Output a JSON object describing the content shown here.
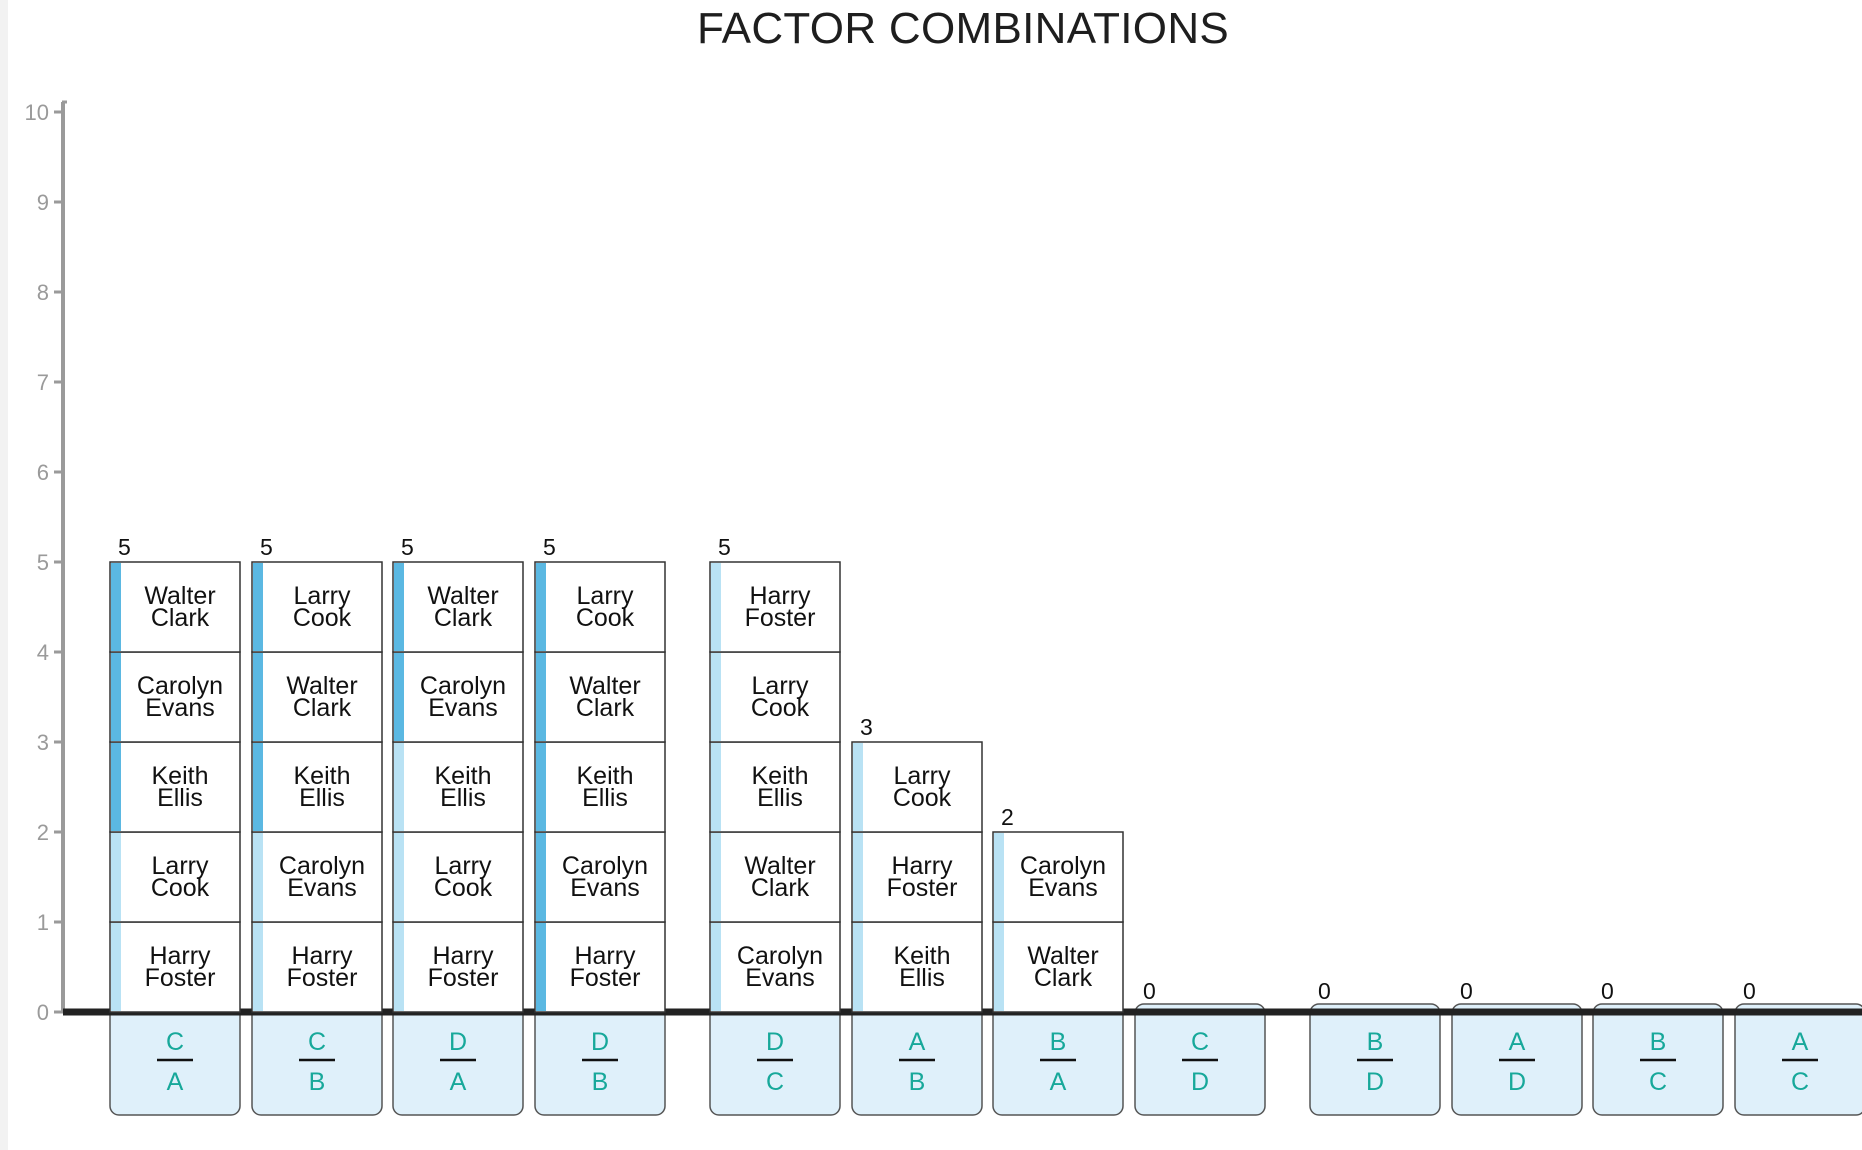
{
  "title": "FACTOR COMBINATIONS",
  "colors": {
    "axis": "#9a9a9a",
    "baseline": "#222222",
    "cell_border": "#333333",
    "strip_dark": "#5bb8e2",
    "strip_light": "#b9e2f4",
    "label_box_fill": "#dff0fa",
    "label_text": "#17a89a"
  },
  "chart_data": {
    "type": "bar",
    "title": "FACTOR COMBINATIONS",
    "xlabel": "",
    "ylabel": "",
    "ylim": [
      0,
      10
    ],
    "yticks": [
      0,
      1,
      2,
      3,
      4,
      5,
      6,
      7,
      8,
      9,
      10
    ],
    "grid": false,
    "categories": [
      {
        "top": "C",
        "bottom": "A",
        "value": 5,
        "strip": [
          0,
          0,
          1,
          1,
          1
        ],
        "members": [
          "Harry Foster",
          "Larry Cook",
          "Keith Ellis",
          "Carolyn Evans",
          "Walter Clark"
        ]
      },
      {
        "top": "C",
        "bottom": "B",
        "value": 5,
        "strip": [
          0,
          0,
          1,
          1,
          1
        ],
        "members": [
          "Harry Foster",
          "Carolyn Evans",
          "Keith Ellis",
          "Walter Clark",
          "Larry Cook"
        ]
      },
      {
        "top": "D",
        "bottom": "A",
        "value": 5,
        "strip": [
          0,
          0,
          0,
          1,
          1
        ],
        "members": [
          "Harry Foster",
          "Larry Cook",
          "Keith Ellis",
          "Carolyn Evans",
          "Walter Clark"
        ]
      },
      {
        "top": "D",
        "bottom": "B",
        "value": 5,
        "strip": [
          1,
          1,
          1,
          1,
          1
        ],
        "members": [
          "Harry Foster",
          "Carolyn Evans",
          "Keith Ellis",
          "Walter Clark",
          "Larry Cook"
        ]
      },
      {
        "top": "D",
        "bottom": "C",
        "value": 5,
        "strip": [
          0,
          0,
          0,
          0,
          0
        ],
        "members": [
          "Carolyn Evans",
          "Walter Clark",
          "Keith Ellis",
          "Larry Cook",
          "Harry Foster"
        ]
      },
      {
        "top": "A",
        "bottom": "B",
        "value": 3,
        "strip": [
          0,
          0,
          0
        ],
        "members": [
          "Keith Ellis",
          "Harry Foster",
          "Larry Cook"
        ]
      },
      {
        "top": "B",
        "bottom": "A",
        "value": 2,
        "strip": [
          0,
          0
        ],
        "members": [
          "Walter Clark",
          "Carolyn Evans"
        ]
      },
      {
        "top": "C",
        "bottom": "D",
        "value": 0,
        "strip": [],
        "members": []
      },
      {
        "top": "B",
        "bottom": "D",
        "value": 0,
        "strip": [],
        "members": []
      },
      {
        "top": "A",
        "bottom": "D",
        "value": 0,
        "strip": [],
        "members": []
      },
      {
        "top": "B",
        "bottom": "C",
        "value": 0,
        "strip": [],
        "members": []
      },
      {
        "top": "A",
        "bottom": "C",
        "value": 0,
        "strip": [],
        "members": []
      }
    ]
  }
}
